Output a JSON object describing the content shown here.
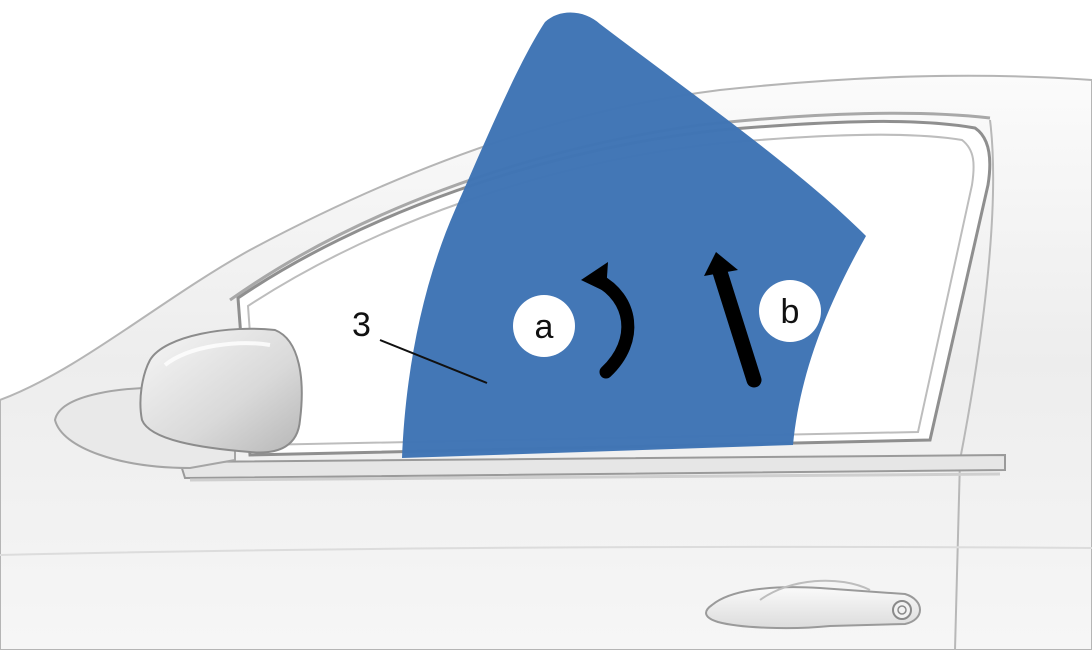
{
  "callouts": {
    "part_number": "3",
    "step_a": "a",
    "step_b": "b"
  },
  "colors": {
    "glass": "#3f74b5",
    "body_fill": "#f3f3f3",
    "body_line": "#9a9a9a",
    "arrow": "#000000",
    "badge": "#ffffff"
  },
  "icons": {
    "rotate_arrow": "curved-arrow-clockwise",
    "lift_arrow": "straight-arrow-up"
  }
}
